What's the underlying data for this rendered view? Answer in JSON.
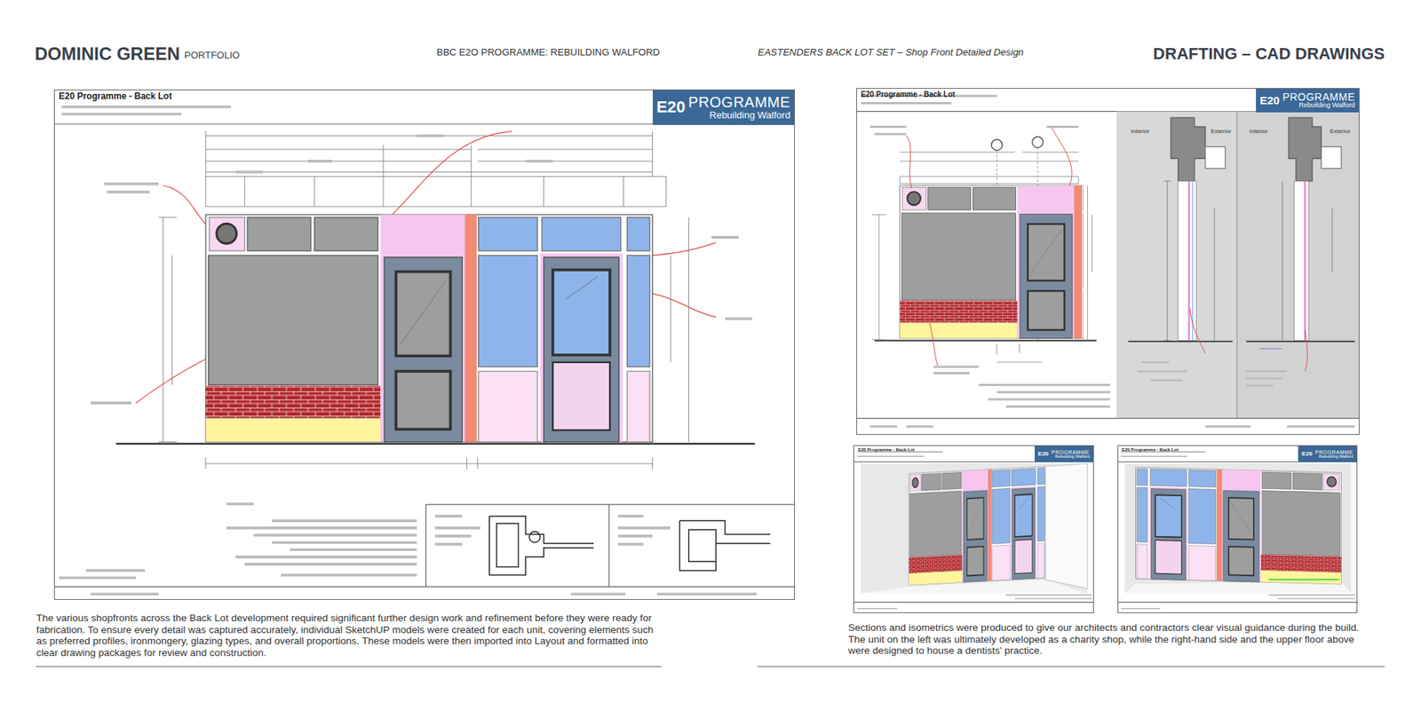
{
  "diagram": {
    "title": "DOMINIC GREEN",
    "caption": "The various shopfronts across the Back Lot development required significant further design work and refinement before they were ready for fabrication. To ensure every detail was captured accurately, individual SketchUP models were created for each unit, covering elements such as preferred profiles, ironmongery, glazing types, and overall proportions. These models were then imported into Layout and formatted into clear drawing packages for review and construction.",
    "nodes": [
      {
        "text": [
          "E20 Programme - Back Lot"
        ]
      },
      {
        "text": [
          "E20",
          "PROGRAMME",
          "Rebuilding Walford"
        ],
        "in": 0
      },
      {
        "text": [
          "E20 Programme - Back Lot"
        ]
      },
      {
        "text": [
          "E20",
          "PROGRAMME",
          "Rebuilding Walford"
        ],
        "in": 2
      },
      {
        "text": [
          "E20 Programme - Back Lot"
        ]
      },
      {
        "text": [
          "E20",
          "PROGRAMME",
          "Rebuilding Walford"
        ],
        "in": 4
      },
      {
        "text": [
          "E20 Programme - Back Lot"
        ]
      },
      {
        "text": [
          "E20",
          "PROGRAMME",
          "Rebuilding Walford"
        ],
        "in": 6
      }
    ],
    "labels": [
      "PORTFOLIO",
      "BBC E2O PROGRAMME: REBUILDING WALFORD",
      "EASTENDERS BACK LOT SET – Shop Front Detailed Design",
      "DRAFTING – CAD DRAWINGS",
      "Interior",
      "Exterior",
      "Interior",
      "Exterior",
      "Sections and isometrics were produced to give our architects and contractors clear visual guidance during the build. The unit on the left was ultimately developed as a charity shop, while the right-hand side and the upper floor above were designed to house a dentists' practice."
    ]
  }
}
